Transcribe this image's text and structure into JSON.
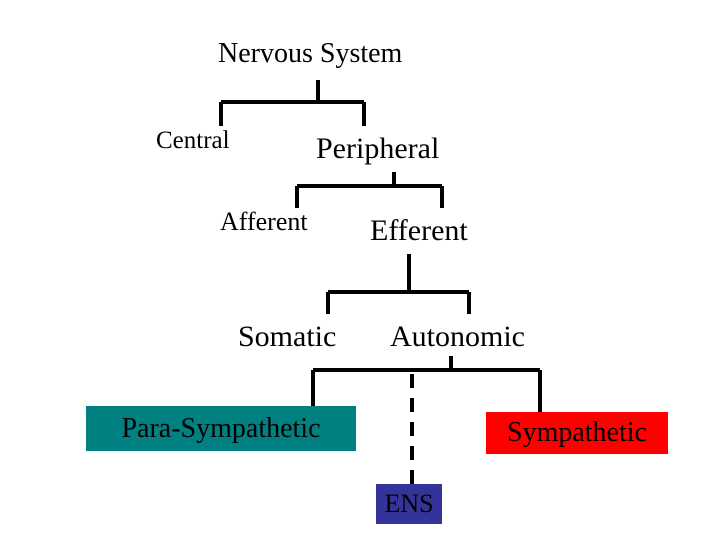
{
  "nodes": {
    "root": "Nervous System",
    "central": "Central",
    "peripheral": "Peripheral",
    "afferent": "Afferent",
    "efferent": "Efferent",
    "somatic": "Somatic",
    "autonomic": "Autonomic",
    "parasympathetic": "Para-Sympathetic",
    "sympathetic": "Sympathetic",
    "ens": "ENS"
  },
  "colors": {
    "parasympathetic_fill": "#008080",
    "sympathetic_fill": "#ff0000",
    "ens_fill": "#333399",
    "connector": "#000000"
  }
}
